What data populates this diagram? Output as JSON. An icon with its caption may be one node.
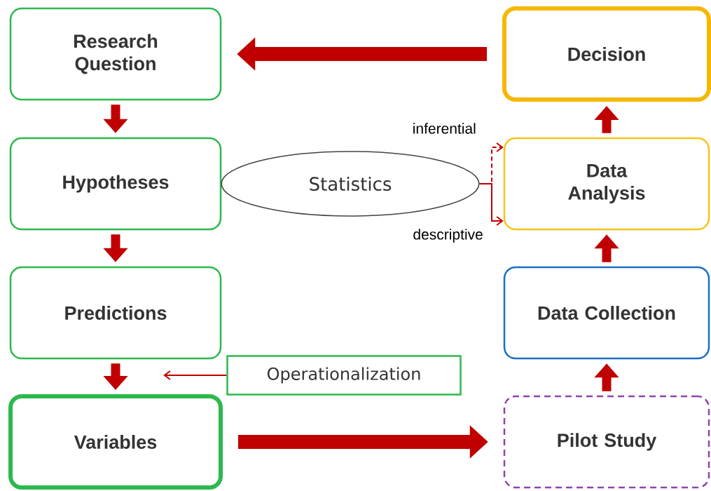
{
  "diagram": {
    "nodes": [
      {
        "text": [
          "Research Question"
        ]
      },
      {
        "text": [
          "Hypotheses"
        ]
      },
      {
        "text": [
          "Predictions"
        ]
      },
      {
        "text": [
          "Variables"
        ]
      },
      {
        "text": [
          "Decision"
        ]
      },
      {
        "text": [
          "Data Analysis"
        ]
      },
      {
        "text": [
          "Data Collection"
        ]
      },
      {
        "text": [
          "Pilot Study"
        ]
      },
      {
        "text": [
          "Statistics"
        ]
      },
      {
        "text": [
          "Operationalization"
        ]
      }
    ],
    "edges": [
      {
        "from": 0,
        "to": 1,
        "arrow": "to"
      },
      {
        "from": 1,
        "to": 2,
        "arrow": "to"
      },
      {
        "from": 2,
        "to": 3,
        "arrow": "to"
      },
      {
        "from": 3,
        "to": 7,
        "arrow": "to"
      },
      {
        "from": 7,
        "to": 6,
        "arrow": "to"
      },
      {
        "from": 6,
        "to": 5,
        "arrow": "to"
      },
      {
        "from": 5,
        "to": 4,
        "arrow": "to"
      },
      {
        "from": 4,
        "to": 0,
        "arrow": "to"
      },
      {
        "from": 8,
        "to": 5,
        "arrow": "to",
        "style": "dashed",
        "label": "inferential"
      },
      {
        "from": 8,
        "to": 5,
        "arrow": "to",
        "label": "descriptive"
      },
      {
        "from": 9,
        "to": null,
        "arrow": "to"
      }
    ]
  }
}
